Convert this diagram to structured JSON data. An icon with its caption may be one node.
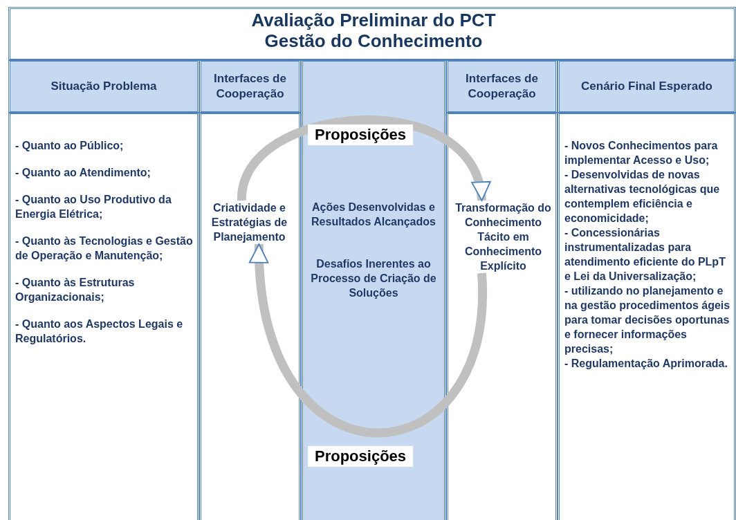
{
  "diagram": {
    "title": "Avaliação Preliminar do PCT Gestão do Conhecimento",
    "nodes": [
      {
        "text": [
          "Situação Problema"
        ]
      },
      {
        "text": [
          "Interfaces de Cooperação"
        ]
      },
      {
        "text": [
          "Interfaces de Cooperação"
        ]
      },
      {
        "text": [
          "Cenário Final Esperado"
        ]
      },
      {
        "text": [
          "- Quanto ao Público;",
          "- Quanto ao Atendimento;",
          "- Quanto ao Uso Produtivo da Energia Elétrica;",
          "- Quanto às Tecnologias e Gestão de Operação e Manutenção;",
          "- Quanto às Estruturas Organizacionais;",
          "- Quanto aos Aspectos Legais e Regulatórios."
        ]
      },
      {
        "text": [
          "Criatividade e Estratégias de Planejamento"
        ]
      },
      {
        "text": [
          "Ações Desenvolvidas e Resultados Alcançados",
          "Desafios Inerentes ao Processo de Criação de Soluções"
        ]
      },
      {
        "text": [
          "Transformação do Conhecimento Tácito em Conhecimento Explícito"
        ]
      },
      {
        "text": [
          "- Novos Conhecimentos para implementar Acesso e Uso;",
          "- Desenvolvidas de novas alternativas tecnológicas que contemplem eficiência e economicidade;",
          "- Concessionárias instrumentalizadas para atendimento eficiente do PLpT e Lei da Universalização;",
          "- utilizando no planejamento e na gestão procedimentos ágeis para tomar decisões oportunas e fornecer informações precisas;",
          "- Regulamentação Aprimorada."
        ]
      }
    ],
    "edges": [
      {
        "from": 5,
        "to": 7,
        "arrow": "to",
        "label": "Proposições"
      },
      {
        "from": 7,
        "to": 5,
        "arrow": "to",
        "label": "Proposições"
      }
    ]
  }
}
